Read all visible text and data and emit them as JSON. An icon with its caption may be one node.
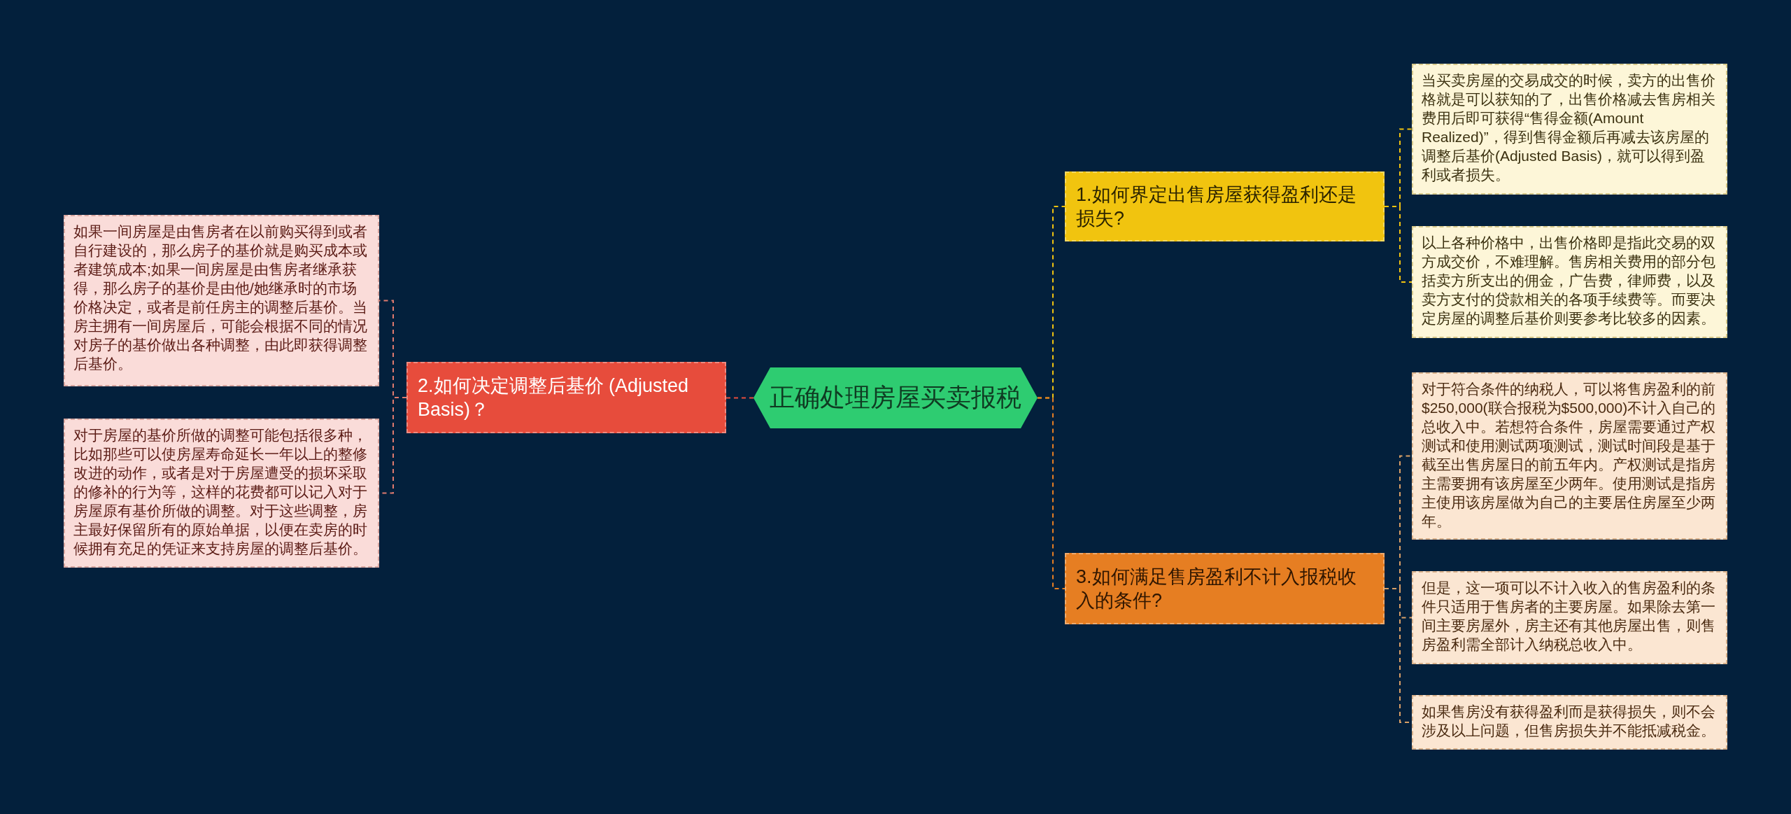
{
  "diagram": {
    "nodes": [
      {
        "text": [
          "正确处理房屋买卖报税"
        ]
      },
      {
        "text": [
          "1.如何界定出售房屋获得盈利还是损失?"
        ]
      },
      {
        "text": [
          "当买卖房屋的交易成交的时候，卖方的出售价格就是可以获知的了，出售价格减去售房相关费用后即可获得“售得金额(Amount Realized)”，得到售得金额后再减去该房屋的调整后基价(Adjusted Basis)，就可以得到盈利或者损失。"
        ]
      },
      {
        "text": [
          "以上各种价格中，出售价格即是指此交易的双方成交价，不难理解。售房相关费用的部分包括卖方所支出的佣金，广告费，律师费，以及卖方支付的贷款相关的各项手续费等。而要决定房屋的调整后基价则要参考比较多的因素。"
        ]
      },
      {
        "text": [
          "2.如何决定调整后基价 (Adjusted Basis)？"
        ]
      },
      {
        "text": [
          "如果一间房屋是由售房者在以前购买得到或者自行建设的，那么房子的基价就是购买成本或者建筑成本;如果一间房屋是由售房者继承获得，那么房子的基价是由他/她继承时的市场价格决定，或者是前任房主的调整后基价。当房主拥有一间房屋后，可能会根据不同的情况对房子的基价做出各种调整，由此即获得调整后基价。"
        ]
      },
      {
        "text": [
          "对于房屋的基价所做的调整可能包括很多种，比如那些可以使房屋寿命延长一年以上的整修改进的动作，或者是对于房屋遭受的损坏采取的修补的行为等，这样的花费都可以记入对于房屋原有基价所做的调整。对于这些调整，房主最好保留所有的原始单据，以便在卖房的时候拥有充足的凭证来支持房屋的调整后基价。"
        ]
      },
      {
        "text": [
          "3.如何满足售房盈利不计入报税收入的条件?"
        ]
      },
      {
        "text": [
          "对于符合条件的纳税人，可以将售房盈利的前$250,000(联合报税为$500,000)不计入自己的总收入中。若想符合条件，房屋需要通过产权测试和使用测试两项测试，测试时间段是基于截至出售房屋日的前五年内。产权测试是指房主需要拥有该房屋至少两年。使用测试是指房主使用该房屋做为自己的主要居住房屋至少两年。"
        ]
      },
      {
        "text": [
          "但是，这一项可以不计入收入的售房盈利的条件只适用于售房者的主要房屋。如果除去第一间主要房屋外，房主还有其他房屋出售，则售房盈利需全部计入纳税总收入中。"
        ]
      },
      {
        "text": [
          "如果售房没有获得盈利而是获得损失，则不会涉及以上问题，但售房损失并不能抵减税金。"
        ]
      }
    ],
    "edges": [
      {
        "from": 0,
        "to": 1,
        "arrow": "none",
        "color": "#f1c40f"
      },
      {
        "from": 1,
        "to": 2,
        "arrow": "none",
        "color": "#f1c40f"
      },
      {
        "from": 1,
        "to": 3,
        "arrow": "none",
        "color": "#f1c40f"
      },
      {
        "from": 0,
        "to": 4,
        "arrow": "none",
        "color": "#e74c3c"
      },
      {
        "from": 4,
        "to": 5,
        "arrow": "none",
        "color": "#e07a6e"
      },
      {
        "from": 4,
        "to": 6,
        "arrow": "none",
        "color": "#e07a6e"
      },
      {
        "from": 0,
        "to": 7,
        "arrow": "none",
        "color": "#e67e22"
      },
      {
        "from": 7,
        "to": 8,
        "arrow": "none",
        "color": "#d9a066"
      },
      {
        "from": 7,
        "to": 9,
        "arrow": "none",
        "color": "#d9a066"
      },
      {
        "from": 7,
        "to": 10,
        "arrow": "none",
        "color": "#d9a066"
      }
    ]
  }
}
